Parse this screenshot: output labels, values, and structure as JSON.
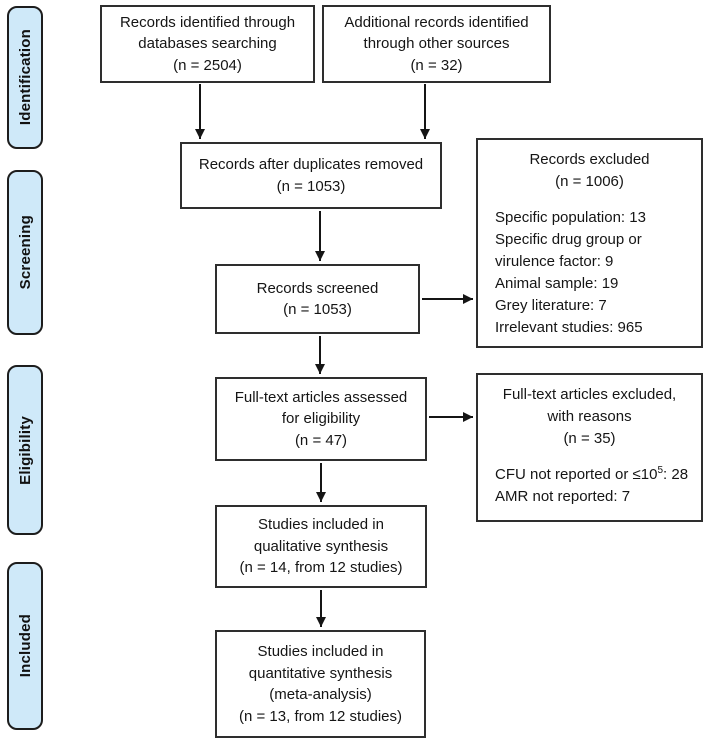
{
  "stages": [
    {
      "label": "Identification"
    },
    {
      "label": "Screening"
    },
    {
      "label": "Eligibility"
    },
    {
      "label": "Included"
    }
  ],
  "boxes": {
    "identified": {
      "lines": [
        "Records identified through",
        "databases searching",
        "(n = 2504)"
      ]
    },
    "additional": {
      "lines": [
        "Additional records identified",
        "through other sources",
        "(n = 32)"
      ]
    },
    "duplicates": {
      "lines": [
        "Records after duplicates removed",
        "(n = 1053)"
      ]
    },
    "screened": {
      "lines": [
        "Records screened",
        "(n = 1053)"
      ]
    },
    "excluded": {
      "title_lines": [
        "Records excluded",
        "(n = 1006)"
      ],
      "reasons": [
        "Specific population: 13",
        "Specific drug group or virulence factor: 9",
        "Animal sample: 19",
        "Grey literature: 7",
        "Irrelevant studies: 965"
      ]
    },
    "fulltext": {
      "lines": [
        "Full-text articles assessed",
        "for eligibility",
        "(n = 47)"
      ]
    },
    "ft_excluded": {
      "title_lines": [
        "Full-text articles excluded,",
        "with reasons",
        "(n = 35)"
      ],
      "reason_cfu": {
        "pre": "CFU not reported or ≤10",
        "sup": "5",
        "post": ": 28"
      },
      "reason_amr": "AMR not reported: 7"
    },
    "qualitative": {
      "lines": [
        "Studies included in",
        "qualitative synthesis",
        "(n = 14, from 12 studies)"
      ]
    },
    "quantitative": {
      "lines": [
        "Studies included in",
        "quantitative synthesis",
        "(meta-analysis)",
        "(n = 13, from 12 studies)"
      ]
    }
  },
  "colors": {
    "stage_fill": "#cfe9f9",
    "stage_border": "#1d1d1d",
    "box_border": "#2e2e2e",
    "arrow": "#151515",
    "text": "#151515",
    "bg": "#ffffff"
  }
}
